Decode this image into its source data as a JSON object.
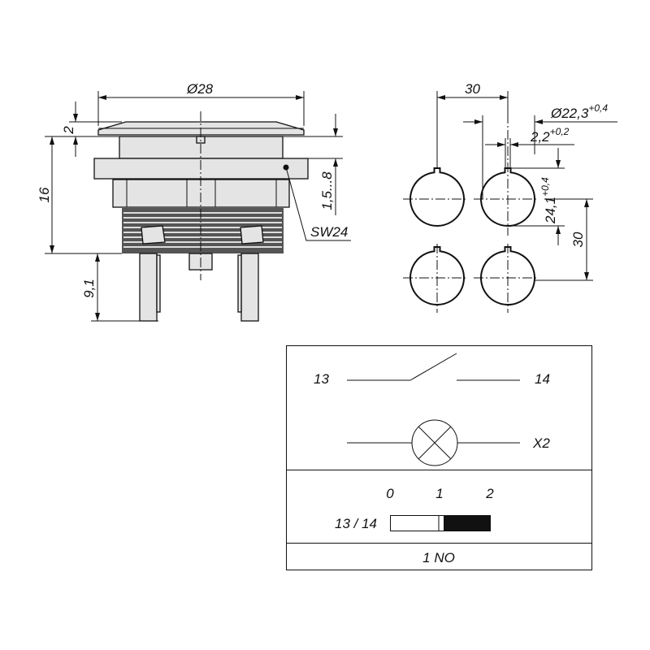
{
  "side_view": {
    "dim_diameter": "Ø28",
    "dim_cap_height": "2",
    "dim_body_height": "16",
    "dim_pin_length": "9,1",
    "dim_panel_thickness": "1,5...8",
    "wrench_size": "SW24"
  },
  "cutout": {
    "dim_spacing_h": "30",
    "dim_hole_diameter": "Ø22,3",
    "dim_hole_diameter_tol": "+0,4",
    "dim_key_width": "2,2",
    "dim_key_width_tol": "+0,2",
    "dim_key_depth": "24,1",
    "dim_key_depth_tol": "+0,4",
    "dim_spacing_v": "30"
  },
  "schematic": {
    "terminal_a": "13",
    "terminal_b": "14",
    "lamp_terminal": "X2",
    "positions": [
      "0",
      "1",
      "2"
    ],
    "contact_label": "13 / 14",
    "contact_type": "1 NO"
  }
}
